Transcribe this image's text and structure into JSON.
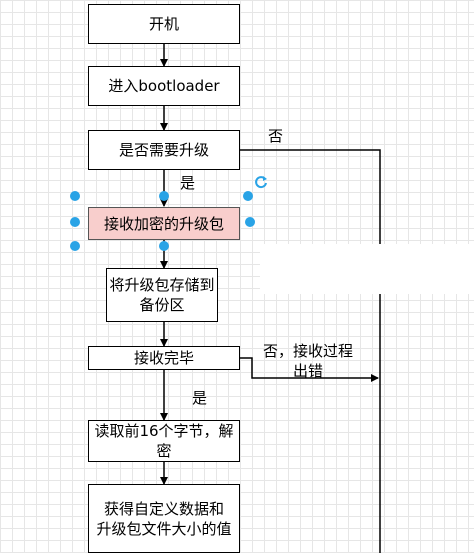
{
  "flowchart": {
    "nodes": [
      {
        "id": "boot",
        "label": "开机"
      },
      {
        "id": "enter_bootloader",
        "label": "进入bootloader"
      },
      {
        "id": "need_upgrade",
        "label": "是否需要升级"
      },
      {
        "id": "receive_encrypted",
        "label": "接收加密的升级包"
      },
      {
        "id": "store_backup",
        "label": "将升级包存储到\n备份区"
      },
      {
        "id": "receive_done",
        "label": "接收完毕"
      },
      {
        "id": "read_16_bytes",
        "label": "读取前16个字节，解\n密"
      },
      {
        "id": "get_custom_data",
        "label": "获得自定义数据和\n升级包文件大小的值"
      }
    ],
    "edge_labels": {
      "no": "否",
      "yes_1": "是",
      "receive_error": "否，接收过程\n出错",
      "yes_2": "是"
    },
    "selected_node": "receive_encrypted"
  },
  "colors": {
    "selected_fill": "#f8cecc",
    "handle": "#29a3e6",
    "grid": "#e6e6e6"
  }
}
